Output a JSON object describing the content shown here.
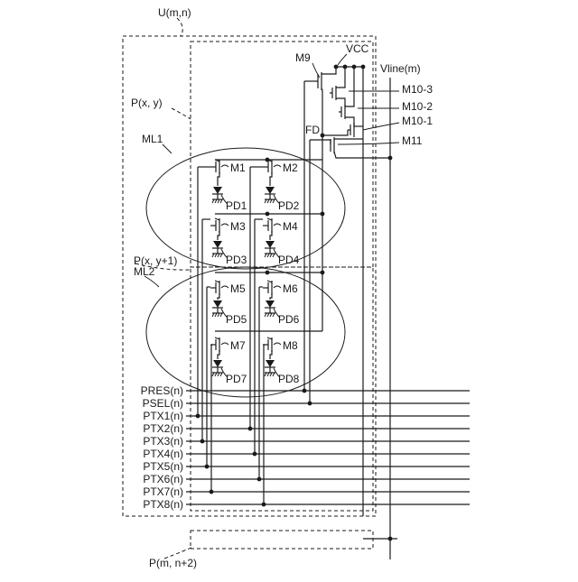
{
  "labels": {
    "unit": "U(m,n)",
    "pixel_xy": "P(x, y)",
    "pixel_xy1": "P(x, y+1)",
    "pixel_next": "P(m, n+2)",
    "ml1": "ML1",
    "ml2": "ML2",
    "vcc": "VCC",
    "vline": "Vline(m)",
    "fd": "FD",
    "m9": "M9",
    "m10_3": "M10-3",
    "m10_2": "M10-2",
    "m10_1": "M10-1",
    "m11": "M11"
  },
  "cells": [
    {
      "transistor": "M1",
      "photodiode": "PD1"
    },
    {
      "transistor": "M2",
      "photodiode": "PD2"
    },
    {
      "transistor": "M3",
      "photodiode": "PD3"
    },
    {
      "transistor": "M4",
      "photodiode": "PD4"
    },
    {
      "transistor": "M5",
      "photodiode": "PD5"
    },
    {
      "transistor": "M6",
      "photodiode": "PD6"
    },
    {
      "transistor": "M7",
      "photodiode": "PD7"
    },
    {
      "transistor": "M8",
      "photodiode": "PD8"
    }
  ],
  "signals": [
    "PRES(n)",
    "PSEL(n)",
    "PTX1(n)",
    "PTX2(n)",
    "PTX3(n)",
    "PTX4(n)",
    "PTX5(n)",
    "PTX6(n)",
    "PTX7(n)",
    "PTX8(n)"
  ]
}
